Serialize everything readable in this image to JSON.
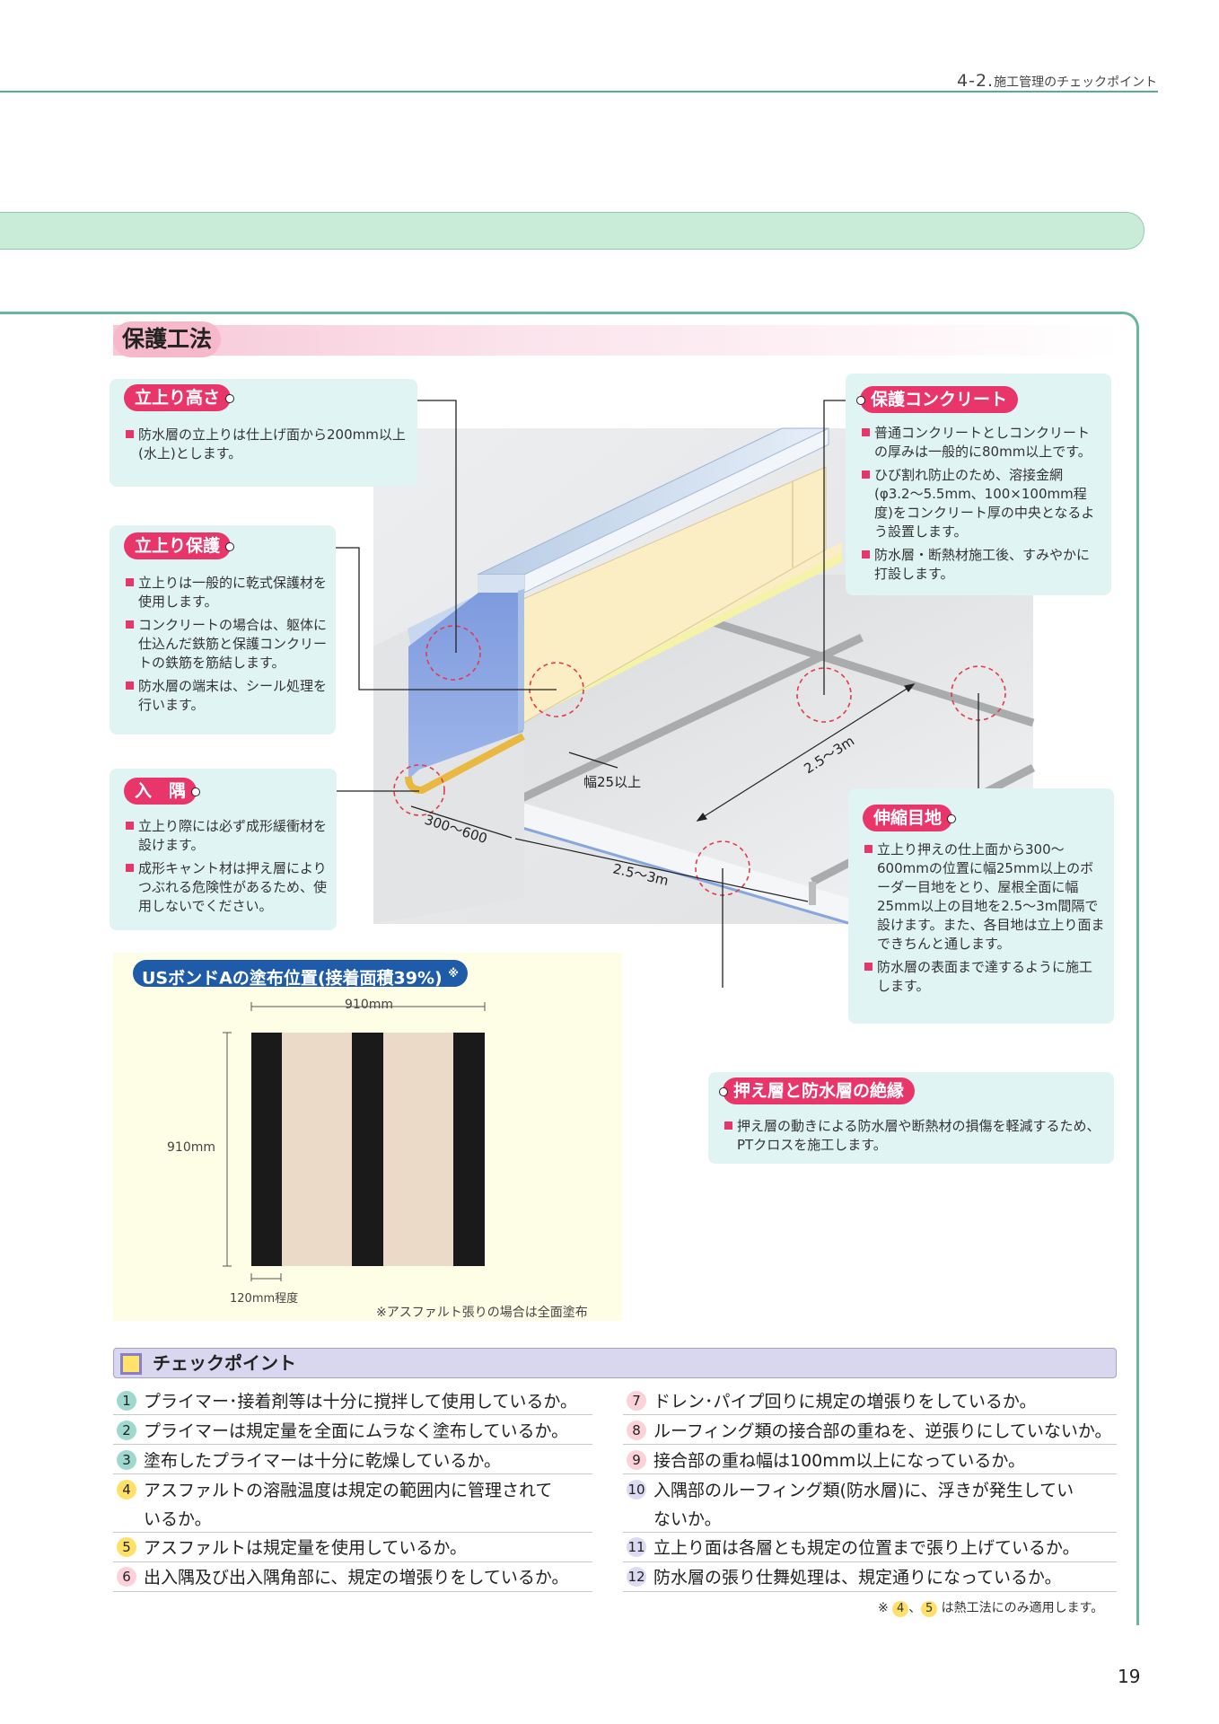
{
  "header": {
    "section_num": "4-2.",
    "section_title": "施工管理のチェックポイント"
  },
  "section_title": "保護工法",
  "callouts": {
    "tachiagari_takasa": {
      "title": "立上り高さ",
      "items": [
        "防水層の立上りは仕上げ面から200mm以上(水上)とします。"
      ]
    },
    "tachiagari_hogo": {
      "title": "立上り保護",
      "items": [
        "立上りは一般的に乾式保護材を使用します。",
        "コンクリートの場合は、躯体に仕込んだ鉄筋と保護コンクリートの鉄筋を筋結します。",
        "防水層の端末は、シール処理を行います。"
      ]
    },
    "irisumi": {
      "title": "入　隅",
      "items": [
        "立上り際には必ず成形緩衝材を設けます。",
        "成形キャント材は押え層によりつぶれる危険性があるため、使用しないでください。"
      ]
    },
    "hogo_concrete": {
      "title": "保護コンクリート",
      "items": [
        "普通コンクリートとしコンクリートの厚みは一般的に80mm以上です。",
        "ひび割れ防止のため、溶接金網(φ3.2〜5.5mm、100×100mm程度)をコンクリート厚の中央となるよう設置します。",
        "防水層・断熱材施工後、すみやかに打設します。"
      ]
    },
    "shinshuku_meji": {
      "title": "伸縮目地",
      "items": [
        "立上り押えの仕上面から300〜600mmの位置に幅25mm以上のボーダー目地をとり、屋根全面に幅25mm以上の目地を2.5〜3m間隔で設けます。また、各目地は立上り面まできちんと通します。",
        "防水層の表面まで達するように施工します。"
      ]
    },
    "osae_zetsuen": {
      "title": "押え層と防水層の絶縁",
      "items": [
        "押え層の動きによる防水層や断熱材の損傷を軽減するため、PTクロスを施工します。"
      ]
    }
  },
  "diagram": {
    "width_label": "幅25以上",
    "dim_300_600": "300〜600",
    "dim_25_3_a": "2.5〜3m",
    "dim_25_3_b": "2.5〜3m"
  },
  "bond": {
    "title": "USボンドAの塗布位置(接着面積39%)",
    "title_mark": "※",
    "width_label": "910mm",
    "height_label": "910mm",
    "stripe_label": "120mm程度",
    "note": "※アスファルト張りの場合は全面塗布"
  },
  "checkpoints": {
    "title": "チェックポイント",
    "left": [
      {
        "num": "1",
        "color": "#9fd8cf",
        "lines": [
          "プライマー･接着剤等は十分に撹拌して使用しているか。"
        ]
      },
      {
        "num": "2",
        "color": "#9fd8cf",
        "lines": [
          "プライマーは規定量を全面にムラなく塗布しているか。"
        ]
      },
      {
        "num": "3",
        "color": "#9fd8cf",
        "lines": [
          "塗布したプライマーは十分に乾燥しているか。"
        ]
      },
      {
        "num": "4",
        "color": "#ffe16a",
        "lines": [
          "アスファルトの溶融温度は規定の範囲内に管理されて",
          "いるか。"
        ]
      },
      {
        "num": "5",
        "color": "#ffe16a",
        "lines": [
          "アスファルトは規定量を使用しているか。"
        ]
      },
      {
        "num": "6",
        "color": "#fbd1da",
        "lines": [
          "出入隅及び出入隅角部に、規定の増張りをしているか。"
        ]
      }
    ],
    "right": [
      {
        "num": "7",
        "color": "#fbd1da",
        "lines": [
          "ドレン･パイプ回りに規定の増張りをしているか。"
        ]
      },
      {
        "num": "8",
        "color": "#fbd1da",
        "lines": [
          "ルーフィング類の接合部の重ねを、逆張りにしていないか。"
        ]
      },
      {
        "num": "9",
        "color": "#fbd1da",
        "lines": [
          "接合部の重ね幅は100mm以上になっているか。"
        ]
      },
      {
        "num": "10",
        "color": "#dcd9f2",
        "lines": [
          "入隅部のルーフィング類(防水層)に、浮きが発生してい",
          "ないか。"
        ]
      },
      {
        "num": "11",
        "color": "#dcd9f2",
        "lines": [
          "立上り面は各層とも規定の位置まで張り上げているか。"
        ]
      },
      {
        "num": "12",
        "color": "#dcd9f2",
        "lines": [
          "防水層の張り仕舞処理は、規定通りになっているか。"
        ]
      }
    ],
    "footnote_prefix": "※",
    "footnote_n1": "4",
    "footnote_sep": "、",
    "footnote_n2": "5",
    "footnote_text": "は熱工法にのみ適用します。"
  },
  "page_number": "19"
}
